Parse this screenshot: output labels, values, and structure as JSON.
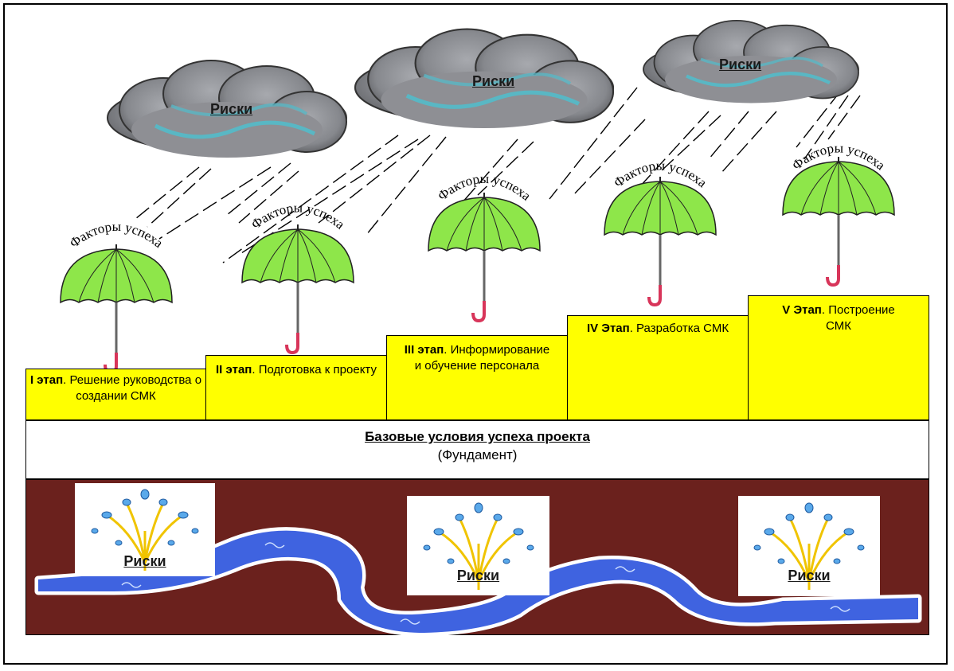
{
  "clouds": [
    {
      "label": "Риски"
    },
    {
      "label": "Риски"
    },
    {
      "label": "Риски"
    }
  ],
  "umbrellas": [
    {
      "label": "Факторы успеха"
    },
    {
      "label": "Факторы успеха"
    },
    {
      "label": "Факторы успеха"
    },
    {
      "label": "Факторы успеха"
    },
    {
      "label": "Факторы успеха"
    }
  ],
  "stages": [
    {
      "number": "I этап",
      "text": ". Решение руководства о создании СМК"
    },
    {
      "number": "II этап",
      "text": ". Подготовка к проекту"
    },
    {
      "number": "III этап",
      "text": ". Информирование и обучение персонала"
    },
    {
      "number": "IV Этап",
      "text": ". Разработка СМК"
    },
    {
      "number": "V Этап",
      "text": ". Построение СМК"
    }
  ],
  "foundation": {
    "title": "Базовые условия успеха проекта",
    "subtitle": "(Фундамент)"
  },
  "fountains": [
    {
      "label": "Риски"
    },
    {
      "label": "Риски"
    },
    {
      "label": "Риски"
    }
  ],
  "colors": {
    "stage_fill": "#ffff00",
    "umbrella": "#8ee64a",
    "ground": "#6b211d",
    "stream": "#3f63e0",
    "cloud": "#8e8f94"
  }
}
